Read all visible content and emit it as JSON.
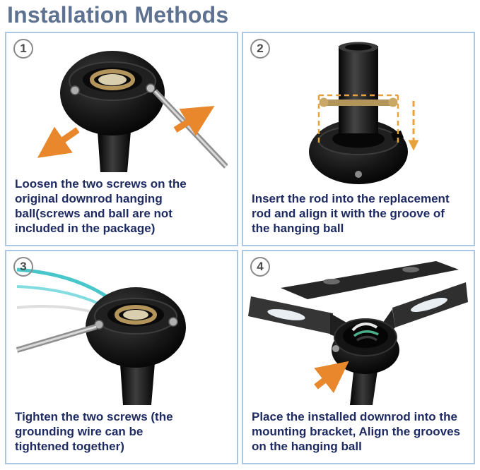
{
  "page": {
    "title": "Installation Methods",
    "colors": {
      "title": "#5d7191",
      "panel_border": "#aac8e6",
      "caption_text": "#1e2b63",
      "arrow_accent": "#e8872b",
      "alignment_guide": "#e8a23c",
      "badge_ring": "#8a8a8a"
    }
  },
  "steps": [
    {
      "number": "1",
      "caption": "Loosen the two screws on the original downrod hanging ball(screws and ball are not included in the package)",
      "illustration": "hanging-ball-with-screwdriver-and-two-arrows"
    },
    {
      "number": "2",
      "caption": "Insert the rod into the replacement rod and align it with the groove of the hanging ball",
      "illustration": "rod-with-gold-pin-aligned-to-hanging-ball-groove"
    },
    {
      "number": "3",
      "caption": "Tighten the two screws (the grounding wire can be tightened together)",
      "illustration": "hanging-ball-with-grounding-wires-and-screwdriver"
    },
    {
      "number": "4",
      "caption": "Place the installed downrod into the mounting bracket, Align the grooves on the hanging ball",
      "illustration": "downrod-in-mounting-bracket-with-arrow"
    }
  ]
}
